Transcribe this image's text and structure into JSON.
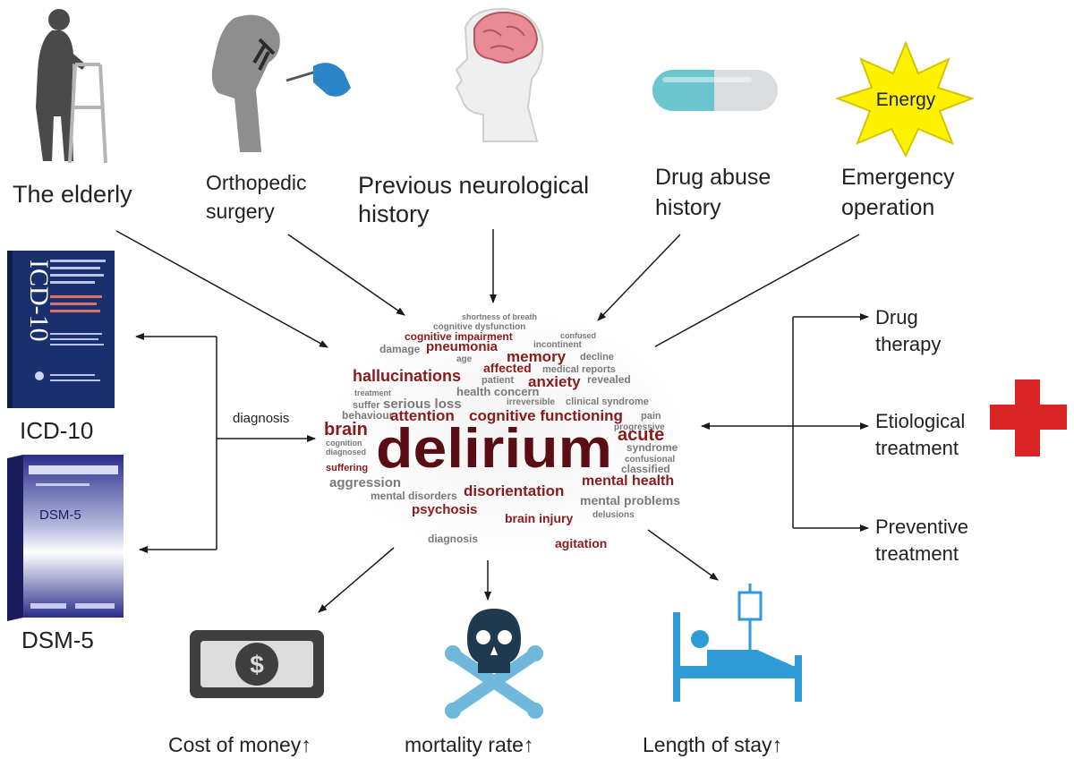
{
  "risk_factors": [
    {
      "label_lines": [
        "The elderly"
      ]
    },
    {
      "label_lines": [
        "Orthopedic",
        "surgery"
      ]
    },
    {
      "label_lines": [
        "Previous neurological",
        "history"
      ]
    },
    {
      "label_lines": [
        "Drug abuse",
        "history"
      ]
    },
    {
      "label_lines": [
        "Emergency",
        "operation"
      ]
    }
  ],
  "energy_badge": "Energy",
  "center_word": "delirium",
  "word_cloud": [
    "shortness of breath",
    "cognitive dysfunction",
    "cognitive impairment",
    "confused",
    "damage",
    "pneumonia",
    "incontinent",
    "memory",
    "decline",
    "age",
    "affected",
    "medical reports",
    "hallucinations",
    "patient",
    "anxiety",
    "revealed",
    "treatment",
    "health concern",
    "suffer",
    "serious loss",
    "irreversible",
    "clinical syndrome",
    "behaviour",
    "attention",
    "cognitive functioning",
    "pain",
    "brain",
    "acute",
    "cognition",
    "diagnosed",
    "progressive",
    "syndrome",
    "confusional",
    "classified",
    "suffering",
    "aggression",
    "mental health",
    "mental disorders",
    "disorientation",
    "mental problems",
    "delusions",
    "psychosis",
    "brain injury",
    "diagnosis",
    "agitation"
  ],
  "diagnosis": {
    "label": "diagnosis",
    "books": [
      {
        "caption": "ICD-10",
        "cover_title": "ICD-10"
      },
      {
        "caption": "DSM-5",
        "cover_title": "DSM-5"
      }
    ]
  },
  "treatments": [
    {
      "label_lines": [
        "Drug",
        "therapy"
      ]
    },
    {
      "label_lines": [
        "Etiological",
        "treatment"
      ]
    },
    {
      "label_lines": [
        "Preventive",
        "treatment"
      ]
    }
  ],
  "outcomes": [
    {
      "label": "Cost of money↑"
    },
    {
      "label": "mortality rate↑"
    },
    {
      "label": "Length of stay↑"
    }
  ],
  "colors": {
    "word_red": "#8b1a1a",
    "word_gray": "#7a7a7a",
    "cross_red": "#d92525",
    "hospital_blue": "#2e9bd6",
    "pill_teal": "#6cc6cf",
    "skull_navy": "#1f3a4f",
    "bones_blue": "#6fb8dc",
    "energy_yellow": "#fff200",
    "book_navy": "#1a2f6e"
  },
  "icons": [
    "walking-elder-icon",
    "femur-scalpel-icon",
    "brain-head-icon",
    "pill-capsule-icon",
    "energy-burst-icon",
    "icd10-book-icon",
    "dsm5-book-icon",
    "medical-cross-icon",
    "money-bill-icon",
    "skull-crossbones-icon",
    "hospital-bed-icon"
  ]
}
